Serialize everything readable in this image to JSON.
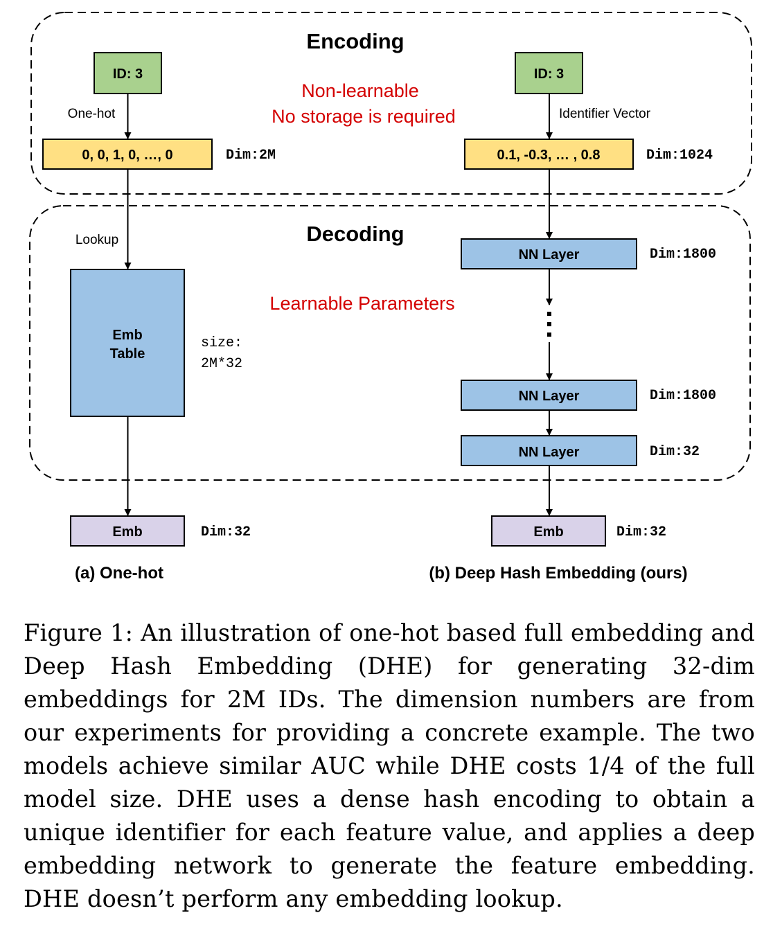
{
  "sections": {
    "encoding": "Encoding",
    "decoding": "Decoding"
  },
  "notes": {
    "non_learnable_line1": "Non-learnable",
    "non_learnable_line2": "No storage is required",
    "learnable": "Learnable Parameters"
  },
  "left": {
    "id_box": "ID: 3",
    "edge_onehot": "One-hot",
    "vector_box": "0, 0, 1, 0, …, 0",
    "vector_dim": "Dim:2M",
    "edge_lookup": "Lookup",
    "table_line1": "Emb",
    "table_line2": "Table",
    "size_line1": "size:",
    "size_line2": "2M*32",
    "emb_box": "Emb",
    "emb_dim": "Dim:32",
    "caption": "(a) One-hot"
  },
  "right": {
    "id_box": "ID: 3",
    "edge_identifier": "Identifier Vector",
    "vector_box": "0.1, -0.3, … , 0.8",
    "vector_dim": "Dim:1024",
    "layers": [
      {
        "label": "NN Layer",
        "dim": "Dim:1800"
      },
      {
        "label": "NN Layer",
        "dim": "Dim:1800"
      },
      {
        "label": "NN Layer",
        "dim": "Dim:32"
      }
    ],
    "emb_box": "Emb",
    "emb_dim": "Dim:32",
    "caption": "(b) Deep Hash Embedding (ours)"
  },
  "figure_caption": "Figure 1: An illustration of one-hot based full embedding and Deep Hash Embedding (DHE) for generating 32-dim embeddings for 2M IDs. The dimension numbers are from our experiments for providing a concrete example. The two models achieve similar AUC while DHE costs 1/4 of the full model size. DHE uses a dense hash encoding to obtain a unique identifier for each feature value, and applies a deep embedding network to generate the feature embedding. DHE doesn’t perform any embedding lookup.",
  "colors": {
    "id_fill": "#a9d18e",
    "vector_fill": "#ffe083",
    "nn_fill": "#9dc3e6",
    "emb_fill": "#d9d2e9",
    "red_text": "#d40000"
  }
}
